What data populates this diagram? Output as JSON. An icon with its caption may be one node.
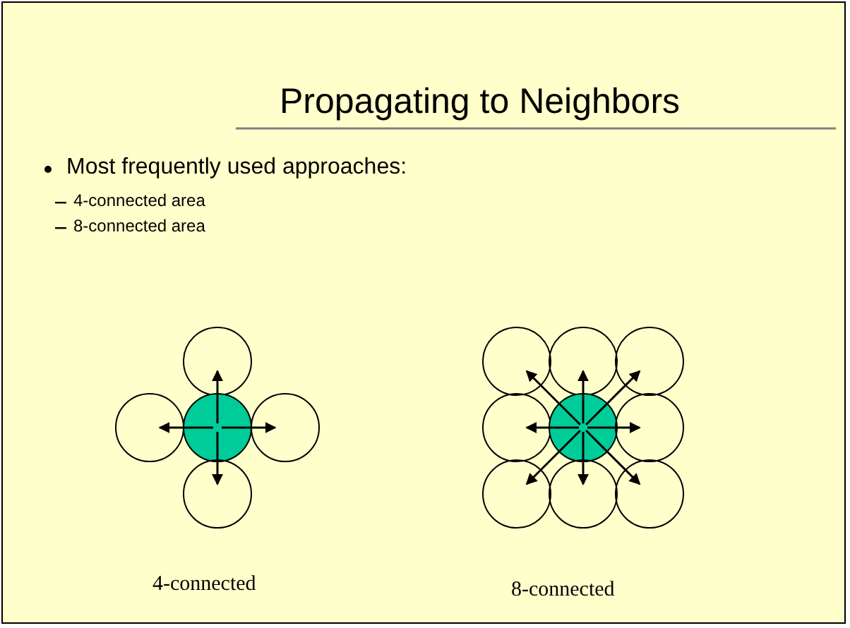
{
  "diagram": {
    "title": "Propagating to Neighbors",
    "nodes": [
      {
        "text": [],
        "shape": "circle"
      },
      {
        "text": [],
        "shape": "circle"
      },
      {
        "text": [],
        "shape": "circle"
      },
      {
        "text": [],
        "shape": "circle"
      },
      {
        "text": [],
        "shape": "circle"
      },
      {
        "text": [],
        "shape": "circle"
      },
      {
        "text": [],
        "shape": "circle"
      },
      {
        "text": [],
        "shape": "circle"
      },
      {
        "text": [],
        "shape": "circle"
      },
      {
        "text": [],
        "shape": "circle"
      },
      {
        "text": [],
        "shape": "circle"
      },
      {
        "text": [],
        "shape": "circle"
      },
      {
        "text": [],
        "shape": "circle"
      },
      {
        "text": [],
        "shape": "circle"
      }
    ],
    "edges": [
      {
        "from": 2,
        "to": 0,
        "arrow": "to"
      },
      {
        "from": 2,
        "to": 1,
        "arrow": "to"
      },
      {
        "from": 2,
        "to": 3,
        "arrow": "to"
      },
      {
        "from": 2,
        "to": 4,
        "arrow": "to"
      },
      {
        "from": 9,
        "to": 5,
        "arrow": "to"
      },
      {
        "from": 9,
        "to": 6,
        "arrow": "to"
      },
      {
        "from": 9,
        "to": 7,
        "arrow": "to"
      },
      {
        "from": 9,
        "to": 8,
        "arrow": "to"
      },
      {
        "from": 9,
        "to": 10,
        "arrow": "to"
      },
      {
        "from": 9,
        "to": 11,
        "arrow": "to"
      },
      {
        "from": 9,
        "to": 12,
        "arrow": "to"
      },
      {
        "from": 9,
        "to": 13,
        "arrow": "to"
      }
    ],
    "labels": [
      "Most frequently used approaches:",
      "4-connected area",
      "8-connected area",
      "4-connected",
      "8-connected"
    ]
  }
}
